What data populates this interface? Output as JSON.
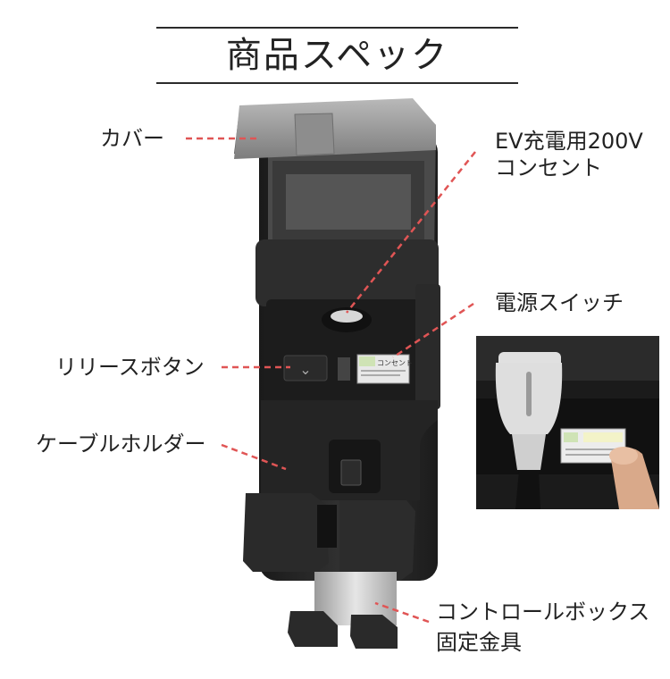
{
  "title": "商品スペック",
  "labels": {
    "cover": "カバー",
    "outlet_line1": "EV充電用200V",
    "outlet_line2": "コンセント",
    "power_switch": "電源スイッチ",
    "release_button": "リリースボタン",
    "cable_holder": "ケーブルホルダー",
    "control_box_line1": "コントロールボックス",
    "control_box_line2": "固定金具"
  },
  "device_text": {
    "switch_panel": "コンセント",
    "release_icon": "⌄"
  },
  "colors": {
    "leader_line": "#e05555",
    "title_rule": "#2b2b2b",
    "device_body": "#262626",
    "cover_gray": "#9a9a9a"
  }
}
